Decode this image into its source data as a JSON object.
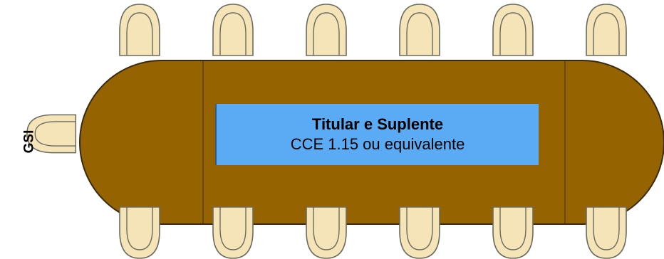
{
  "diagram": {
    "chair_color": "#f4e4b8",
    "chair_outline": "#6b6b5e",
    "table_color": "#956400",
    "table_outline": "#3a2a10",
    "box_color": "#5aabf3",
    "side_seat_label": "GSI",
    "box_title": "Titular e Suplente",
    "box_subtitle": "CCE 1.15 ou equivalente",
    "chairs": {
      "top_count": 6,
      "bottom_count": 6,
      "left_count": 1
    }
  }
}
